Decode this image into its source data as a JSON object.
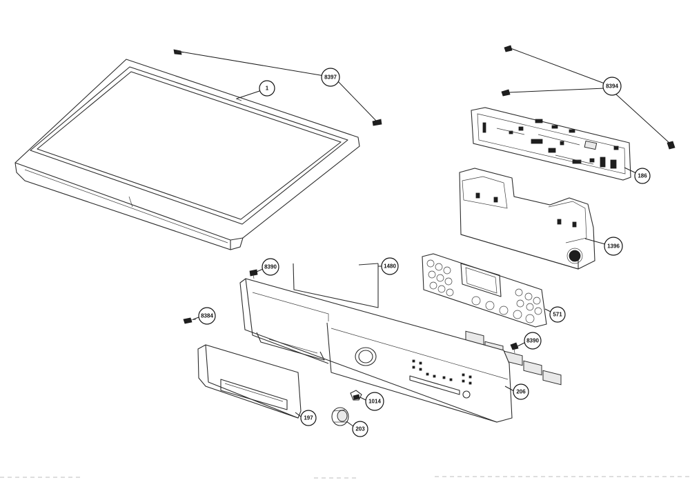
{
  "callouts": [
    {
      "id": "c1",
      "label": "1"
    },
    {
      "id": "c8397",
      "label": "8397"
    },
    {
      "id": "c8394",
      "label": "8394"
    },
    {
      "id": "c186",
      "label": "186"
    },
    {
      "id": "c1396",
      "label": "1396"
    },
    {
      "id": "c8390a",
      "label": "8390"
    },
    {
      "id": "c1480",
      "label": "1480"
    },
    {
      "id": "c571",
      "label": "571"
    },
    {
      "id": "c8384",
      "label": "8384"
    },
    {
      "id": "c8390b",
      "label": "8390"
    },
    {
      "id": "c206",
      "label": "206"
    },
    {
      "id": "c1014",
      "label": "1014"
    },
    {
      "id": "c197",
      "label": "197"
    },
    {
      "id": "c203",
      "label": "203"
    }
  ],
  "colors": {
    "line": "#2a2a2a",
    "background": "#ffffff"
  }
}
